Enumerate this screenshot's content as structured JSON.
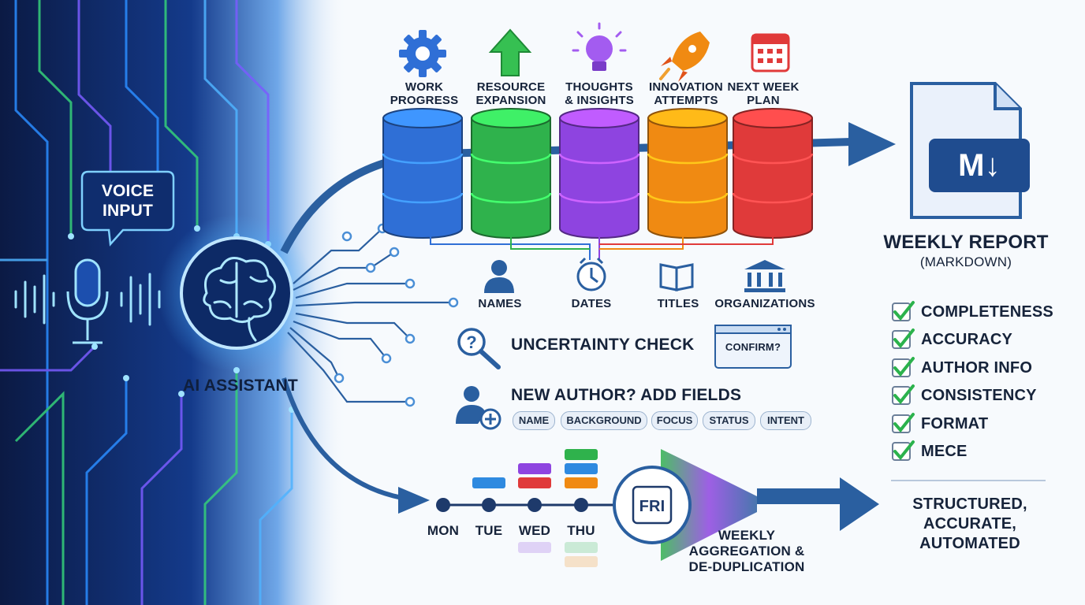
{
  "input": {
    "voice_label_line1": "VOICE",
    "voice_label_line2": "INPUT",
    "assistant_label": "AI ASSISTANT"
  },
  "categories": [
    {
      "line1": "WORK",
      "line2": "PROGRESS",
      "icon": "gear-icon",
      "color": "#2f6fd6"
    },
    {
      "line1": "RESOURCE",
      "line2": "EXPANSION",
      "icon": "up-arrow-icon",
      "color": "#2fb24c"
    },
    {
      "line1": "THOUGHTS",
      "line2": "& INSIGHTS",
      "icon": "lightbulb-icon",
      "color": "#8e44e0"
    },
    {
      "line1": "INNOVATION",
      "line2": "ATTEMPTS",
      "icon": "rocket-icon",
      "color": "#f08a12"
    },
    {
      "line1": "NEXT WEEK",
      "line2": "PLAN",
      "icon": "calendar-icon",
      "color": "#e03a3a"
    }
  ],
  "entities": [
    {
      "label": "NAMES",
      "icon": "person-icon"
    },
    {
      "label": "DATES",
      "icon": "clock-icon"
    },
    {
      "label": "TITLES",
      "icon": "book-icon"
    },
    {
      "label": "ORGANIZATIONS",
      "icon": "building-icon"
    }
  ],
  "uncertainty": {
    "label": "UNCERTAINTY CHECK",
    "confirm": "CONFIRM?"
  },
  "new_author": {
    "label": "NEW AUTHOR? ADD FIELDS",
    "fields": [
      "NAME",
      "BACKGROUND",
      "FOCUS",
      "STATUS",
      "INTENT"
    ]
  },
  "timeline": {
    "days": [
      "MON",
      "TUE",
      "WED",
      "THU"
    ],
    "friday": "FRI",
    "aggregation_line1": "WEEKLY",
    "aggregation_line2": "AGGREGATION &",
    "aggregation_line3": "DE-DUPLICATION"
  },
  "report": {
    "badge": "M↓",
    "title": "WEEKLY REPORT",
    "subtitle": "(MARKDOWN)"
  },
  "checklist": [
    "COMPLETENESS",
    "ACCURACY",
    "AUTHOR INFO",
    "CONSISTENCY",
    "FORMAT",
    "MECE"
  ],
  "outcome": {
    "line1": "STRUCTURED,",
    "line2": "ACCURATE,",
    "line3": "AUTOMATED"
  },
  "colors": {
    "accent_blue": "#2a5fa0",
    "check_green": "#2bb24c",
    "dark_text": "#16233a"
  }
}
